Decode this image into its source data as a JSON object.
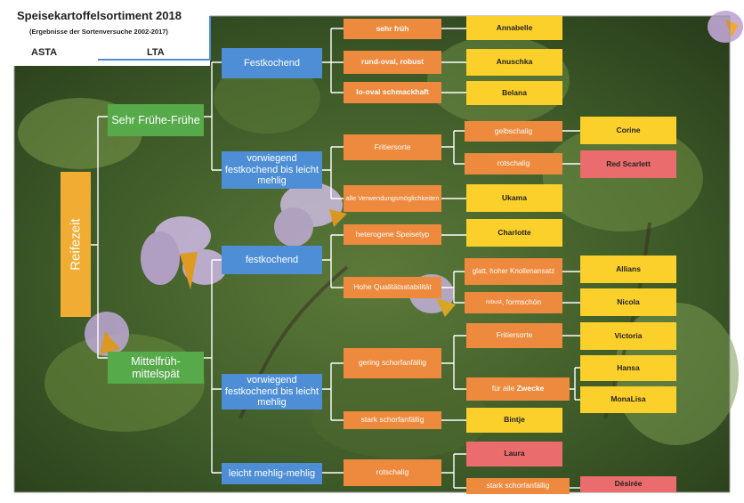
{
  "header": {
    "title": "Speisekartoffelsortiment 2018",
    "subtitle": "(Ergebnisse der Sortenversuche 2002-2017)",
    "col_asta": "ASTA",
    "col_lta": "LTA"
  },
  "root": "Reifezeit",
  "maturity": {
    "early": "Sehr Frühe-Frühe",
    "mid": "Mittelfrüh-mittelspät"
  },
  "cooking": {
    "early_fest": "Festkochend",
    "early_vorw": "vorwiegend festkochend bis leicht mehlig",
    "mid_fest": "festkochend",
    "mid_vorw": "vorwiegend festkochend bis leicht mehlig",
    "mid_mehlig": "leicht mehlig-mehlig"
  },
  "traits": {
    "sehr_frueh": "sehr früh",
    "rund_oval": "rund-oval, robust",
    "lo_oval": "lo-oval schmackhaft",
    "fritiersorte_1": "Fritiersorte",
    "gelbschalig": "gelbschalig",
    "rotschalig_1": "rotschalig",
    "alle_verwendung": "alle Verwendungsmöglichkeiten",
    "heterogene": "heterogene Speisetyp",
    "hohe_qual": "Hohe Qualitätsstabilität",
    "glatt": "glatt, hoher Knollenansatz",
    "robust_formschoen_a": "robust",
    "robust_formschoen_b": ", formschön",
    "fritiersorte_2": "Fritiersorte",
    "gering_schorf": "gering schorfanfällig",
    "fuer_alle_a": "für alle ",
    "fuer_alle_b": "Zwecke",
    "stark_schorf_1": "stark schorfanfällig",
    "rotschalig_2": "rotschalig",
    "stark_schorf_2": "stark schorfanfällig"
  },
  "varieties": {
    "annabelle": "Annabelle",
    "anuschka": "Anuschka",
    "belana": "Belana",
    "corine": "Corine",
    "red_scarlett": "Red Scarlett",
    "ukama": "Ukama",
    "charlotte": "Charlotte",
    "allians": "Allians",
    "nicola": "Nicola",
    "victoria": "Victoria",
    "hansa": "Hansa",
    "monalisa": "MonaLisa",
    "bintje": "Bintje",
    "laura": "Laura",
    "desiree": "Désirée"
  },
  "colors": {
    "orange": "#ee8a3e",
    "yellow": "#fcd02b",
    "red": "#eb6c6c",
    "blue": "#4d8ed6",
    "green": "#56aa4a",
    "reifezeit": "#f1ad33"
  }
}
